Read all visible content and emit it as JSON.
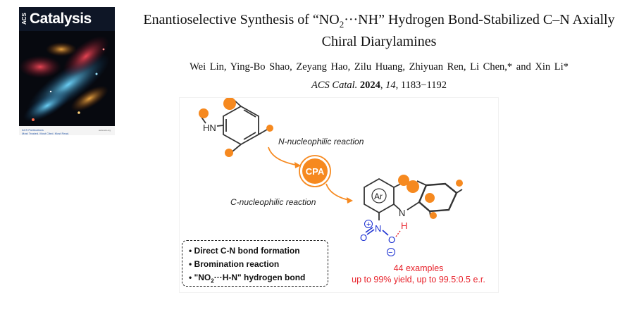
{
  "cover": {
    "journal_prefix": "ACS",
    "journal_name": "Catalysis",
    "publisher": "ACS Publications",
    "publisher_tagline": "Most Trusted. Most Cited. Most Read.",
    "url": "www.acs.org"
  },
  "paper": {
    "title_part1": "Enantioselective Synthesis of “NO",
    "title_sub": "2",
    "title_part2": "···NH” Hydrogen Bond-Stabilized C–N Axially Chiral Diarylamines",
    "authors": "Wei Lin, Ying-Bo Shao, Zeyang Hao, Zilu Huang, Zhiyuan Ren, Li Chen,* and Xin Li*",
    "citation": {
      "journal": "ACS Catal.",
      "year": "2024",
      "volume": "14",
      "pages": "1183−1192"
    }
  },
  "scheme": {
    "n_reaction": "N-nucleophilic reaction",
    "c_reaction": "C-nucleophilic reaction",
    "catalyst": "CPA",
    "amine_label": "HN",
    "product_ring": "Ar",
    "product_nh": "N",
    "product_h": "H",
    "nitro_n": "N",
    "nitro_o1": "O",
    "nitro_o2": "O",
    "plus": "+",
    "minus": "−",
    "colors": {
      "orange": "#f6891f",
      "blue": "#1a2fd1",
      "red": "#e8222b"
    }
  },
  "features": [
    "Direct C-N bond formation",
    "Bromination reaction"
  ],
  "feature3": {
    "pre": "\"NO",
    "sub": "2",
    "post": "···H-N\" hydrogen bond"
  },
  "results": {
    "examples": "44 examples",
    "yield": "up to 99% yield, up to 99.5:0.5 e.r."
  }
}
